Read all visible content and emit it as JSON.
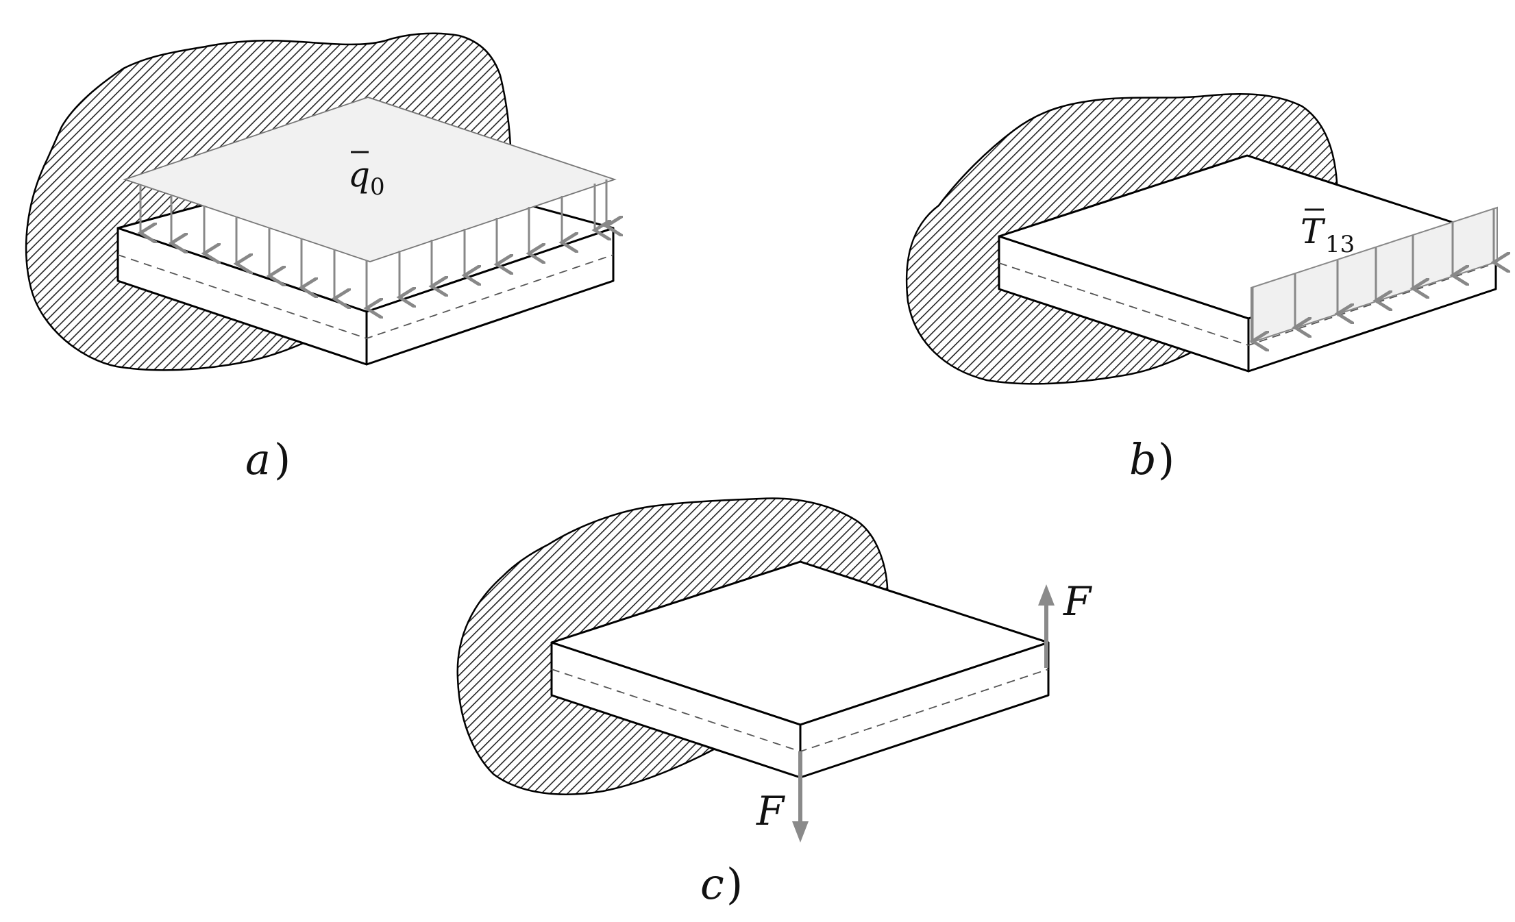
{
  "panels": {
    "a": {
      "caption_letter": "a",
      "caption_paren": ")",
      "load_symbol": "q",
      "load_subscript": "0"
    },
    "b": {
      "caption_letter": "b",
      "caption_paren": ")",
      "load_symbol": "T",
      "load_subscript": "13"
    },
    "c": {
      "caption_letter": "c",
      "caption_paren": ")",
      "force_up_label": "F",
      "force_down_label": "F"
    }
  },
  "colors": {
    "wall_hatch": "#000000",
    "load_fill": "#f0f0f0",
    "arrow": "#888888"
  }
}
